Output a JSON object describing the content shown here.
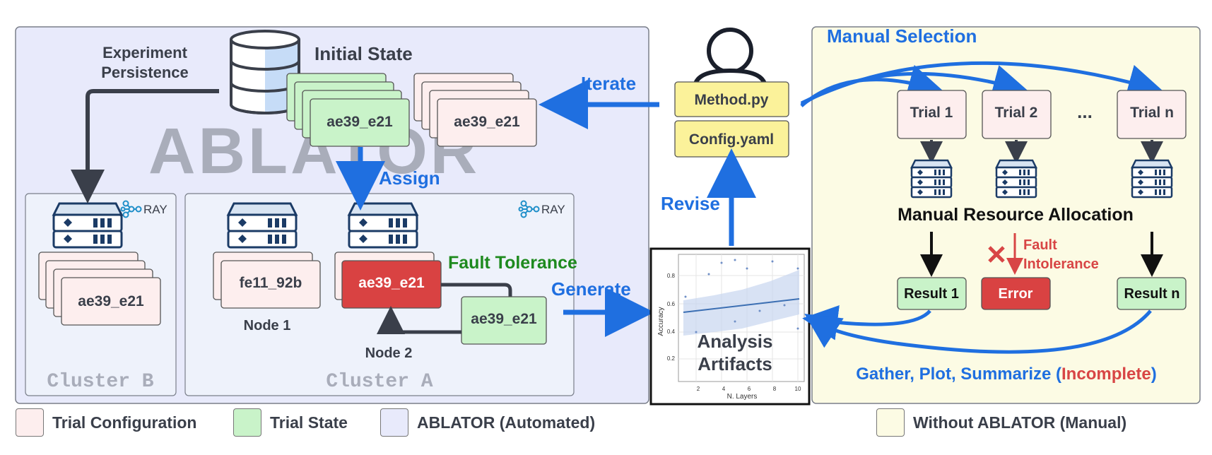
{
  "colors": {
    "trial_config": "#fdeeee",
    "trial_state": "#c9f3c9",
    "ablator_bg": "#e8eafb",
    "manual_bg": "#fcfbe4",
    "cluster_bg": "#eef2fb",
    "blue": "#1f6fe0",
    "green": "#1e8a1e",
    "red": "#d84545",
    "dark": "#3a3f4a",
    "yellow": "#fbf29a"
  },
  "ablator": {
    "watermark": "ABLATOR",
    "experiment_persistence": [
      "Experiment",
      "Persistence"
    ],
    "initial_state": "Initial State",
    "state_trial": "ae39_e21",
    "config_trial": "ae39_e21",
    "assign": "Assign",
    "cluster_b": {
      "label": "Cluster B",
      "ray": "RAY",
      "trial": "ae39_e21"
    },
    "cluster_a": {
      "label": "Cluster A",
      "ray": "RAY",
      "node1": {
        "label": "Node 1",
        "trial": "fe11_92b"
      },
      "node2": {
        "label": "Node 2",
        "failed_trial": "ae39_e21",
        "recovered_trial": "ae39_e21"
      }
    },
    "fault_tolerance": "Fault Tolerance"
  },
  "center": {
    "iterate": "Iterate",
    "revise": "Revise",
    "generate": "Generate",
    "method_file": "Method.py",
    "config_file": "Config.yaml",
    "analysis": [
      "Analysis",
      "Artifacts"
    ]
  },
  "mini_plot": {
    "type": "scatter",
    "xlabel": "N. Layers",
    "ylabel": "Accuracy",
    "x_ticks": [
      "2",
      "4",
      "6",
      "8",
      "10"
    ],
    "y_ticks": [
      "0.2",
      "0.4",
      "0.6",
      "0.8"
    ]
  },
  "manual": {
    "manual_selection": "Manual Selection",
    "trials": [
      "Trial 1",
      "Trial 2",
      "Trial n"
    ],
    "ellipsis": "...",
    "resource_allocation": "Manual Resource Allocation",
    "fault_intolerance": [
      "Fault",
      "Intolerance"
    ],
    "results": [
      "Result 1",
      "Error",
      "Result n"
    ],
    "gather_prefix": "Gather, Plot, Summarize (",
    "gather_incomplete": "Incomplete",
    "gather_suffix": ")"
  },
  "legend": {
    "trial_configuration": "Trial Configuration",
    "trial_state": "Trial State",
    "ablator_automated": "ABLATOR (Automated)",
    "without_ablator": "Without ABLATOR (Manual)"
  }
}
